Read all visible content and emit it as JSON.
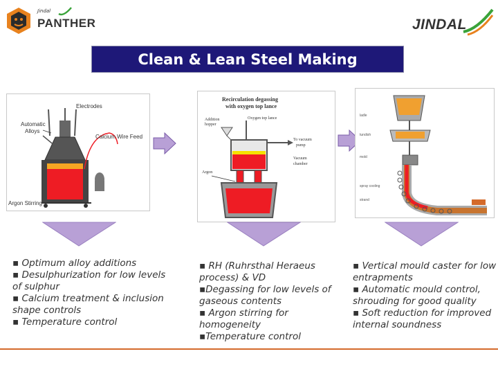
{
  "header": {
    "left_logo_small": "Jindal",
    "left_logo_name": "PANTHER",
    "right_logo_name": "JINDAL"
  },
  "title": "Clean & Lean Steel Making",
  "stages": [
    {
      "labels": {
        "electrodes": "Electrodes",
        "alloys": "Automatic\nAlloys",
        "wire": "Calcium Wire Feed",
        "argon": "Argon Stirring"
      },
      "bullets": [
        "▪ Optimum alloy additions",
        "▪ Desulphurization for low levels of sulphur",
        "▪ Calcium treatment & inclusion shape controls",
        "▪ Temperature control"
      ]
    },
    {
      "labels": {
        "title": "Recirculation degassing with oxygen top lance",
        "hopper": "Addition hopper",
        "lance": "Oxygen top lance",
        "pump": "To vacuum pump",
        "chamber": "Vacuum chamber",
        "argon": "Argon"
      },
      "bullets": [
        "▪ RH (Ruhrsthal Heraeus process) & VD",
        "▪Degassing for low levels of gaseous contents",
        "▪ Argon stirring for homogeneity",
        "▪Temperature control"
      ]
    },
    {
      "labels": {
        "ladle": "ladle",
        "tundish": "tundish",
        "mould": "mold",
        "spray": "spray cooling",
        "strand": "strand"
      },
      "bullets": [
        "▪ Vertical mould caster for low entrapments",
        "▪ Automatic mould control, shrouding for good quality",
        "▪ Soft reduction for improved internal soundness"
      ]
    }
  ],
  "colors": {
    "title_bg": "#1e1878",
    "arrow_purple": "#b8a0d6",
    "steel_red": "#ee1c24",
    "accent_orange": "#d46a2a",
    "jindal_green": "#3aa33a"
  }
}
